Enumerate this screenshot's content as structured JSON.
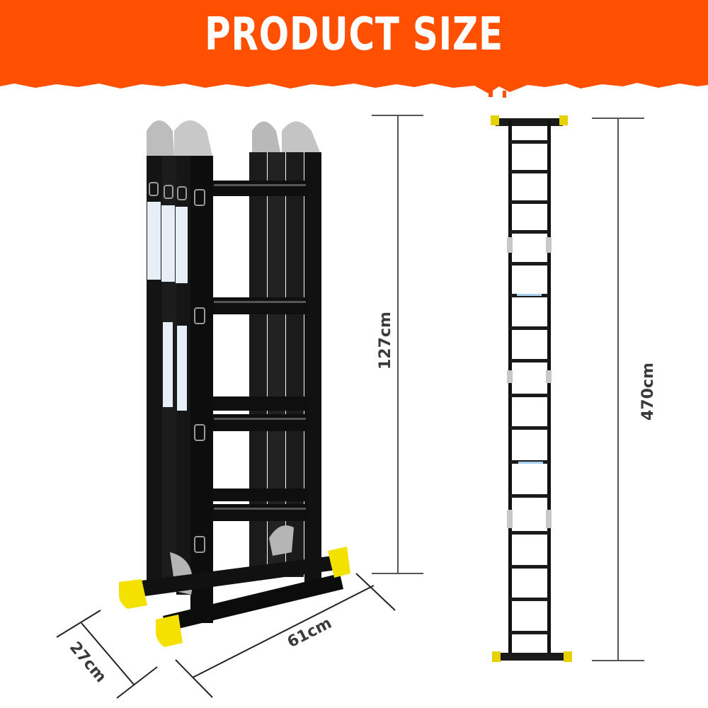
{
  "banner": {
    "title": "PRODUCT SIZE",
    "background_color": "#fe5000",
    "text_color": "#ffffff"
  },
  "dimensions": {
    "folded_height": "127cm",
    "extended_length": "470cm",
    "folded_width": "61cm",
    "folded_depth": "27cm"
  },
  "figures": {
    "folded_ladder": "multi-purpose folding ladder, folded 4-section, black with silver hinges and yellow feet",
    "extended_ladder": "same ladder fully extended straight, black rungs, yellow end caps"
  },
  "colors": {
    "ladder_body": "#151515",
    "hinge_silver": "#b9b9b9",
    "foot_yellow": "#f5e100",
    "dimension_line": "#555555"
  }
}
